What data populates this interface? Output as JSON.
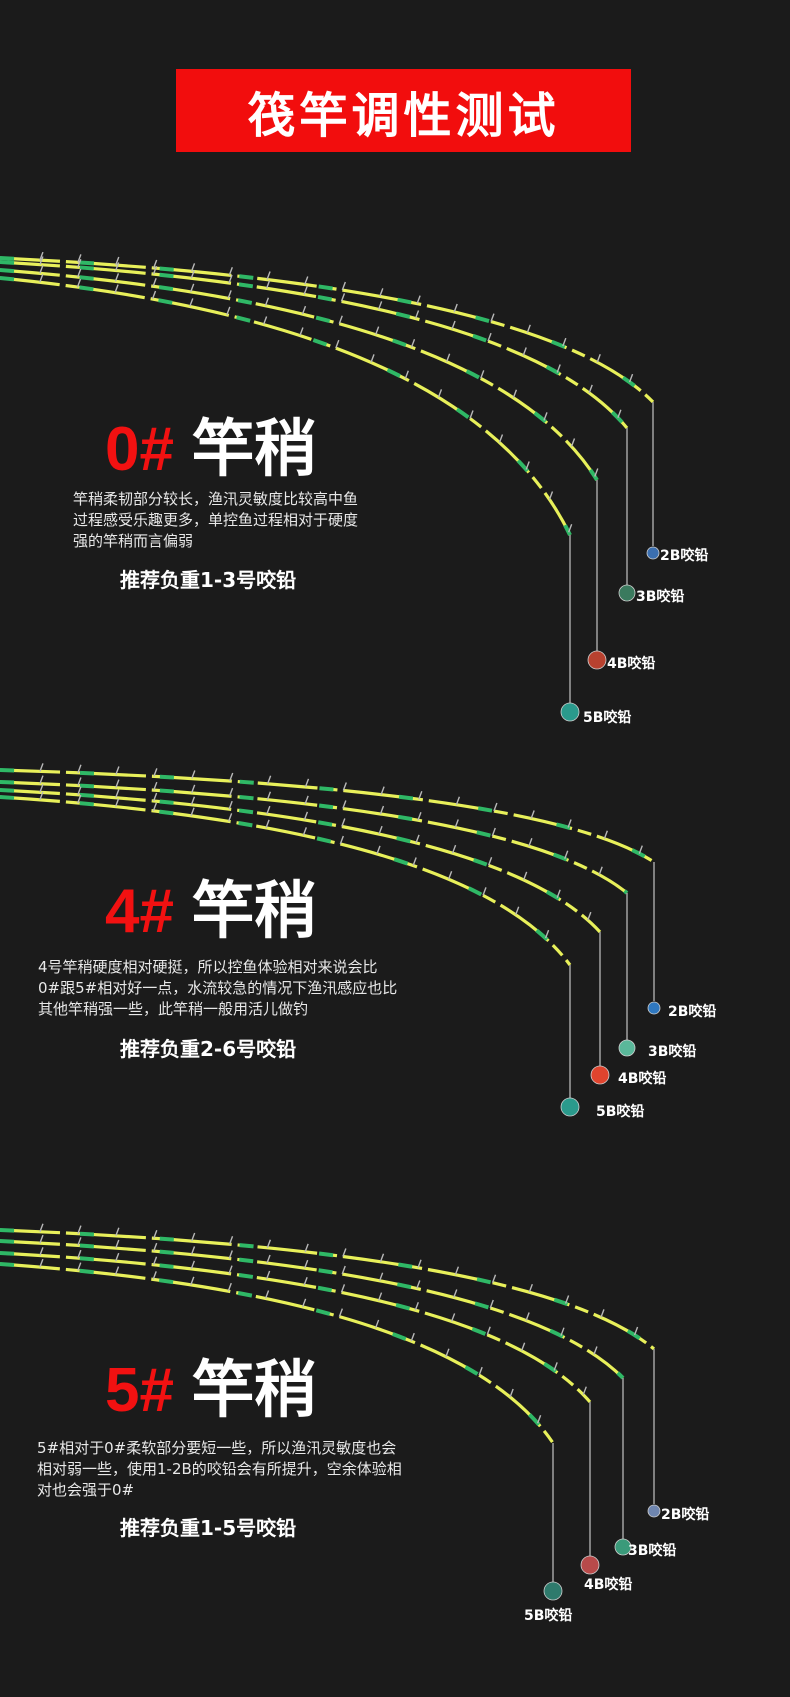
{
  "header": {
    "title": "筏竿调性测试",
    "bg_color": "#f20d0d"
  },
  "colors": {
    "background": "#1b1b1b",
    "accent_red": "#f21111",
    "rod_yellow": "#e8f05a",
    "rod_green": "#2fb866"
  },
  "sections": [
    {
      "number": "0#",
      "name": "竿稍",
      "desc": [
        "竿稍柔韧部分较长，渔汛灵敏度比较高中鱼",
        "过程感受乐趣更多，单控鱼过程相对于硬度",
        "强的竿稍而言偏弱"
      ],
      "recommend": "推荐负重1-3号咬铅",
      "sinkers": [
        {
          "label": "2B咬铅",
          "color": "#3b6fb0"
        },
        {
          "label": "3B咬铅",
          "color": "#3a7a5e"
        },
        {
          "label": "4B咬铅",
          "color": "#b8412f"
        },
        {
          "label": "5B咬铅",
          "color": "#2a9a8c"
        }
      ]
    },
    {
      "number": "4#",
      "name": "竿稍",
      "desc": [
        "4号竿稍硬度相对硬挺，所以控鱼体验相对来说会比",
        "0#跟5#相对好一点，水流较急的情况下渔汛感应也比",
        "其他竿稍强一些，此竿稍一般用活儿做钓"
      ],
      "recommend": "推荐负重2-6号咬铅",
      "sinkers": [
        {
          "label": "2B咬铅",
          "color": "#2f78c0"
        },
        {
          "label": "3B咬铅",
          "color": "#5ab89a"
        },
        {
          "label": "4B咬铅",
          "color": "#e0442e"
        },
        {
          "label": "5B咬铅",
          "color": "#2a9a8c"
        }
      ]
    },
    {
      "number": "5#",
      "name": "竿稍",
      "desc": [
        "5#相对于0#柔软部分要短一些，所以渔汛灵敏度也会",
        "相对弱一些，使用1-2B的咬铅会有所提升，空余体验相",
        "对也会强于0#"
      ],
      "recommend": "推荐负重1-5号咬铅",
      "sinkers": [
        {
          "label": "2B咬铅",
          "color": "#6f86b0"
        },
        {
          "label": "3B咬铅",
          "color": "#3a9a7a"
        },
        {
          "label": "4B咬铅",
          "color": "#b84a4a"
        },
        {
          "label": "5B咬铅",
          "color": "#2e7a6c"
        }
      ]
    }
  ]
}
